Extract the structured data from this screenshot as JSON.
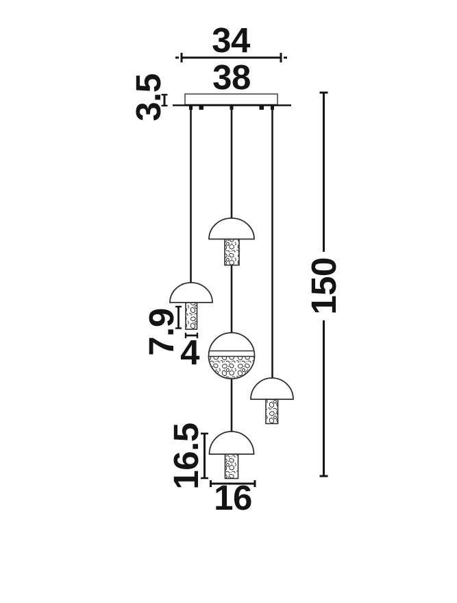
{
  "diagram": {
    "labels": {
      "canopy_inner_width": "34",
      "canopy_outer_width": "38",
      "canopy_height": "3.5",
      "stem_height": "7.9",
      "stem_width": "4",
      "lamp_total_height": "16.5",
      "shade_diameter": "16",
      "total_drop_height": "150"
    },
    "colors": {
      "background": "#ffffff",
      "ink": "#141414",
      "outline": "#3a3a38"
    }
  }
}
